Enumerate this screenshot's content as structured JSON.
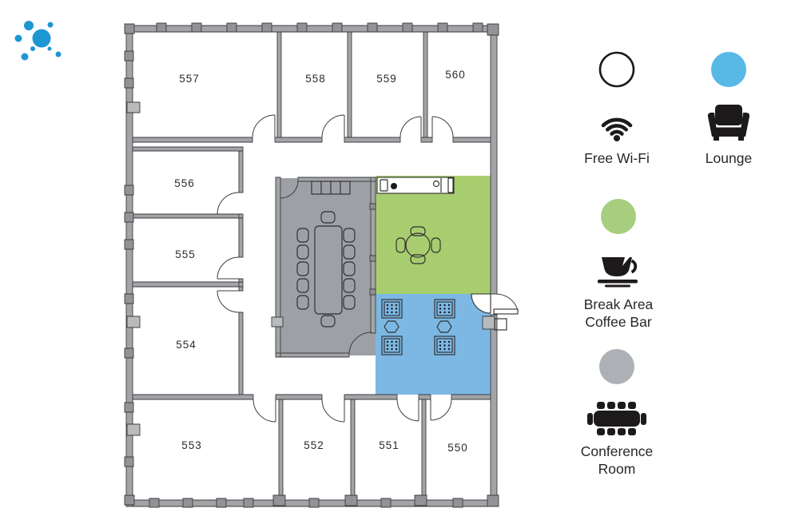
{
  "brand": {
    "logo_name": "dots-network-logo",
    "logo_color": "#1f96d4"
  },
  "floor_plan": {
    "rooms": [
      {
        "number": "557"
      },
      {
        "number": "558"
      },
      {
        "number": "559"
      },
      {
        "number": "560"
      },
      {
        "number": "556"
      },
      {
        "number": "555"
      },
      {
        "number": "554"
      },
      {
        "number": "553"
      },
      {
        "number": "552"
      },
      {
        "number": "551"
      },
      {
        "number": "550"
      }
    ],
    "zones": [
      {
        "name": "Conference Room",
        "color": "#9da1a6"
      },
      {
        "name": "Break Area Coffee Bar",
        "color": "#a8cd6f"
      },
      {
        "name": "Lounge",
        "color": "#7cb8e3"
      }
    ]
  },
  "legend": {
    "items": [
      {
        "id": "free-wifi",
        "icon": "wifi-icon",
        "circle_color": "#ffffff",
        "lines": [
          "Free Wi-Fi"
        ]
      },
      {
        "id": "lounge",
        "icon": "couch-icon",
        "circle_color": "#58b8e6",
        "lines": [
          "Lounge"
        ]
      },
      {
        "id": "break-area-coffee-bar",
        "icon": "coffee-cup-icon",
        "circle_color": "#a6ce7e",
        "lines": [
          "Break Area",
          "Coffee Bar"
        ]
      },
      {
        "id": "conference-room",
        "icon": "conference-table-icon",
        "circle_color": "#adb1b5",
        "lines": [
          "Conference",
          "Room"
        ]
      }
    ]
  }
}
